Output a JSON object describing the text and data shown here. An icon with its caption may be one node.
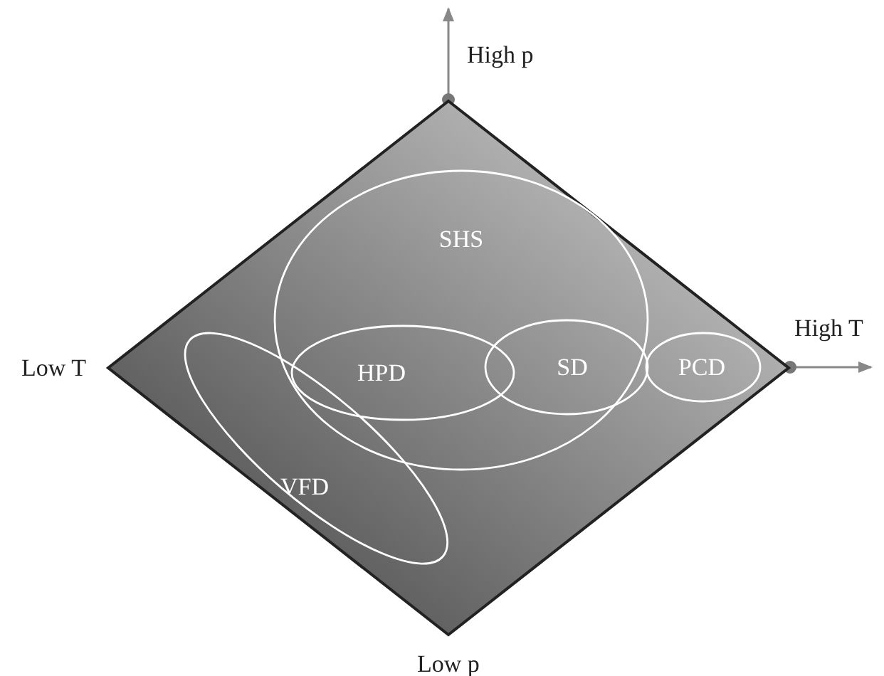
{
  "diagram": {
    "nodes": [
      {
        "text": [],
        "shape": "diamond"
      },
      {
        "text": [
          "SHS"
        ],
        "in": 0
      },
      {
        "text": [
          "HPD"
        ],
        "in": 1
      },
      {
        "text": [
          "SD"
        ],
        "in": 1
      },
      {
        "text": [
          "PCD"
        ],
        "in": 0
      },
      {
        "text": [
          "VFD"
        ],
        "in": 0
      }
    ],
    "edges": [],
    "labels": [
      "High p",
      "Low T",
      "High T",
      "Low p"
    ]
  }
}
